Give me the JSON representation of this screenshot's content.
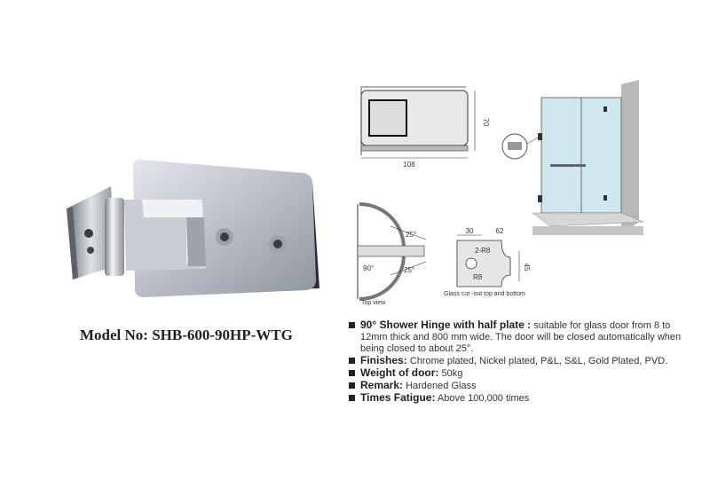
{
  "model": {
    "title": "Model No: SHB-600-90HP-WTG"
  },
  "drawings": {
    "hinge_width": "108",
    "hinge_height": "70",
    "angle_top": "25°",
    "angle_bottom": "25°",
    "angle_90": "90°",
    "top_view_caption": "Top view",
    "glass_dim_30": "30",
    "glass_dim_62": "62",
    "glass_dim_45": "45",
    "glass_r8_top": "2-R8",
    "glass_r8": "R8",
    "glass_caption": "Glass cut -out top and bottom"
  },
  "specs": [
    {
      "label": "90° Shower Hinge with half plate :",
      "text": " suitable for glass door from 8 to 12mm thick and  800 mm wide. The door will be closed automatically when being closed to about 25°."
    },
    {
      "label": "Finishes:",
      "text": " Chrome plated, Nickel plated, P&L, S&L, Gold Plated, PVD."
    },
    {
      "label": "Weight of door:",
      "text": " 50kg"
    },
    {
      "label": "Remark:",
      "text": " Hardened Glass"
    },
    {
      "label": "Times Fatigue:",
      "text": " Above 100,000 times"
    }
  ]
}
